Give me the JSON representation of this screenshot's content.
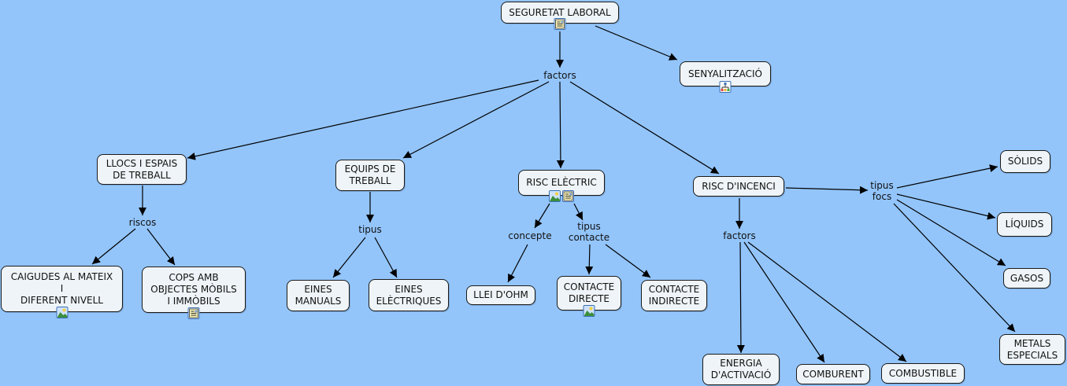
{
  "title": "SEGURETAT LABORAL",
  "colors": {
    "background": "#93c5fb",
    "node_fill": "#eef4f7",
    "node_border": "#1a1a1a",
    "edge": "#000000"
  },
  "concepts": {
    "root": "SEGURETAT LABORAL",
    "senyalitzacio": "SENYALITZACIÓ",
    "llocs": "LLOCS I ESPAIS\nDE TREBALL",
    "equips": "EQUIPS DE\nTREBALL",
    "risc_electric": "RISC ELÈCTRIC",
    "risc_incendi": "RISC D'INCENCI",
    "caigudes": "CAIGUDES AL MATEIX\nI\nDIFERENT NIVELL",
    "cops": "COPS AMB\nOBJECTES MÒBILS\nI IMMÒBILS",
    "eines_manuals": "EINES\nMANUALS",
    "eines_electriques": "EINES\nELÈCTRIQUES",
    "llei_ohm": "LLEI D'OHM",
    "contacte_directe": "CONTACTE\nDIRECTE",
    "contacte_indirecte": "CONTACTE\nINDIRECTE",
    "energia": "ENERGIA\nD'ACTIVACIÓ",
    "comburent": "COMBURENT",
    "combustible": "COMBUSTIBLE",
    "solids": "SÒLIDS",
    "liquids": "LÍQUIDS",
    "gasos": "GASOS",
    "metals": "METALS\nESPECIALS"
  },
  "linking_phrases": {
    "factors_top": "factors",
    "riscos": "riscos",
    "tipus_equips": "tipus",
    "concepte": "concepte",
    "tipus_contacte": "tipus\ncontacte",
    "factors_incendi": "factors",
    "tipus_focs": "tipus\nfocs"
  },
  "resource_icons": {
    "root": [
      "document-icon"
    ],
    "senyalitzacio": [
      "concept-map-icon"
    ],
    "risc_electric": [
      "image-icon",
      "document-icon"
    ],
    "caigudes": [
      "image-icon"
    ],
    "cops": [
      "document-icon"
    ],
    "contacte_directe": [
      "image-icon"
    ]
  }
}
